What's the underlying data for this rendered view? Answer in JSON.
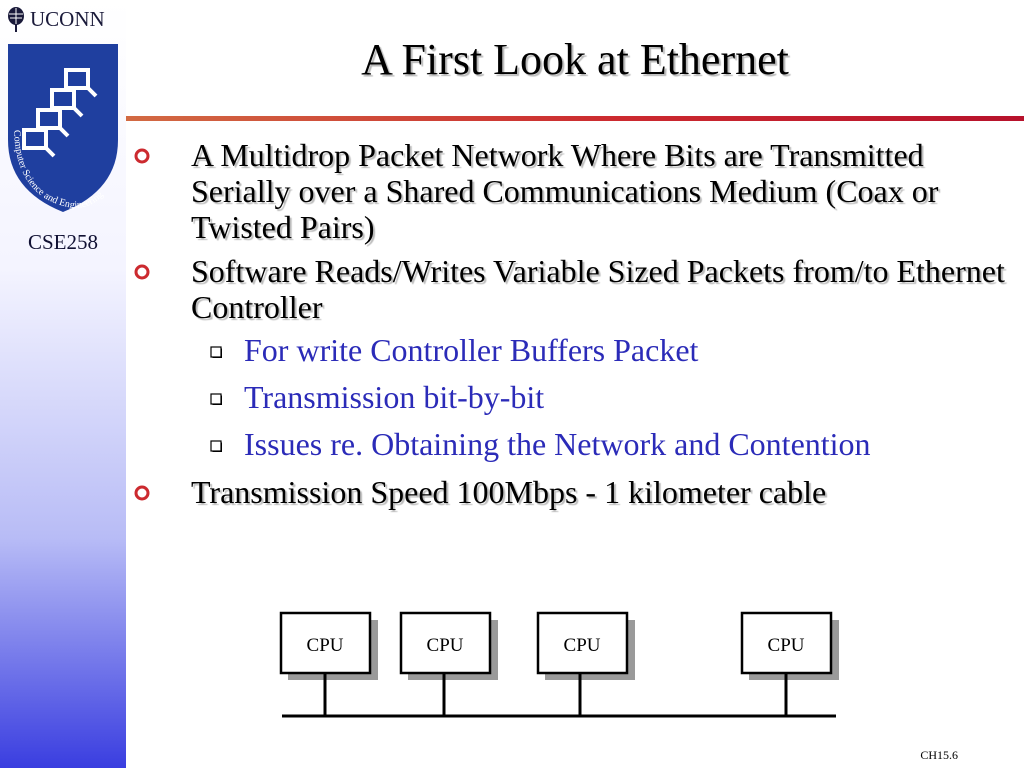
{
  "sidebar": {
    "org": "UCONN",
    "org_icon": "oak-leaf-icon",
    "logo_text": "Computer Science and Engineering",
    "course": "CSE258"
  },
  "slide": {
    "title": "A First Look at Ethernet",
    "bullets": [
      {
        "text": "A Multidrop Packet Network Where Bits are Transmitted Serially over a Shared Communications Medium (Coax or Twisted Pairs)"
      },
      {
        "text": "Software Reads/Writes Variable Sized Packets from/to Ethernet  Controller",
        "sub": [
          "For write Controller Buffers Packet",
          "Transmission bit-by-bit",
          "Issues re. Obtaining the Network and Contention"
        ]
      },
      {
        "text": "Transmission Speed 100Mbps - 1 kilometer cable"
      }
    ]
  },
  "diagram": {
    "nodes": [
      "CPU",
      "CPU",
      "CPU",
      "CPU"
    ]
  },
  "footer": {
    "slide_number": "CH15.6"
  },
  "colors": {
    "bullet_marker": "#cc2a2f",
    "sub_text": "#2b2bb8",
    "logo_blue": "#1a3aa0",
    "rule": "#cc2a2f"
  }
}
